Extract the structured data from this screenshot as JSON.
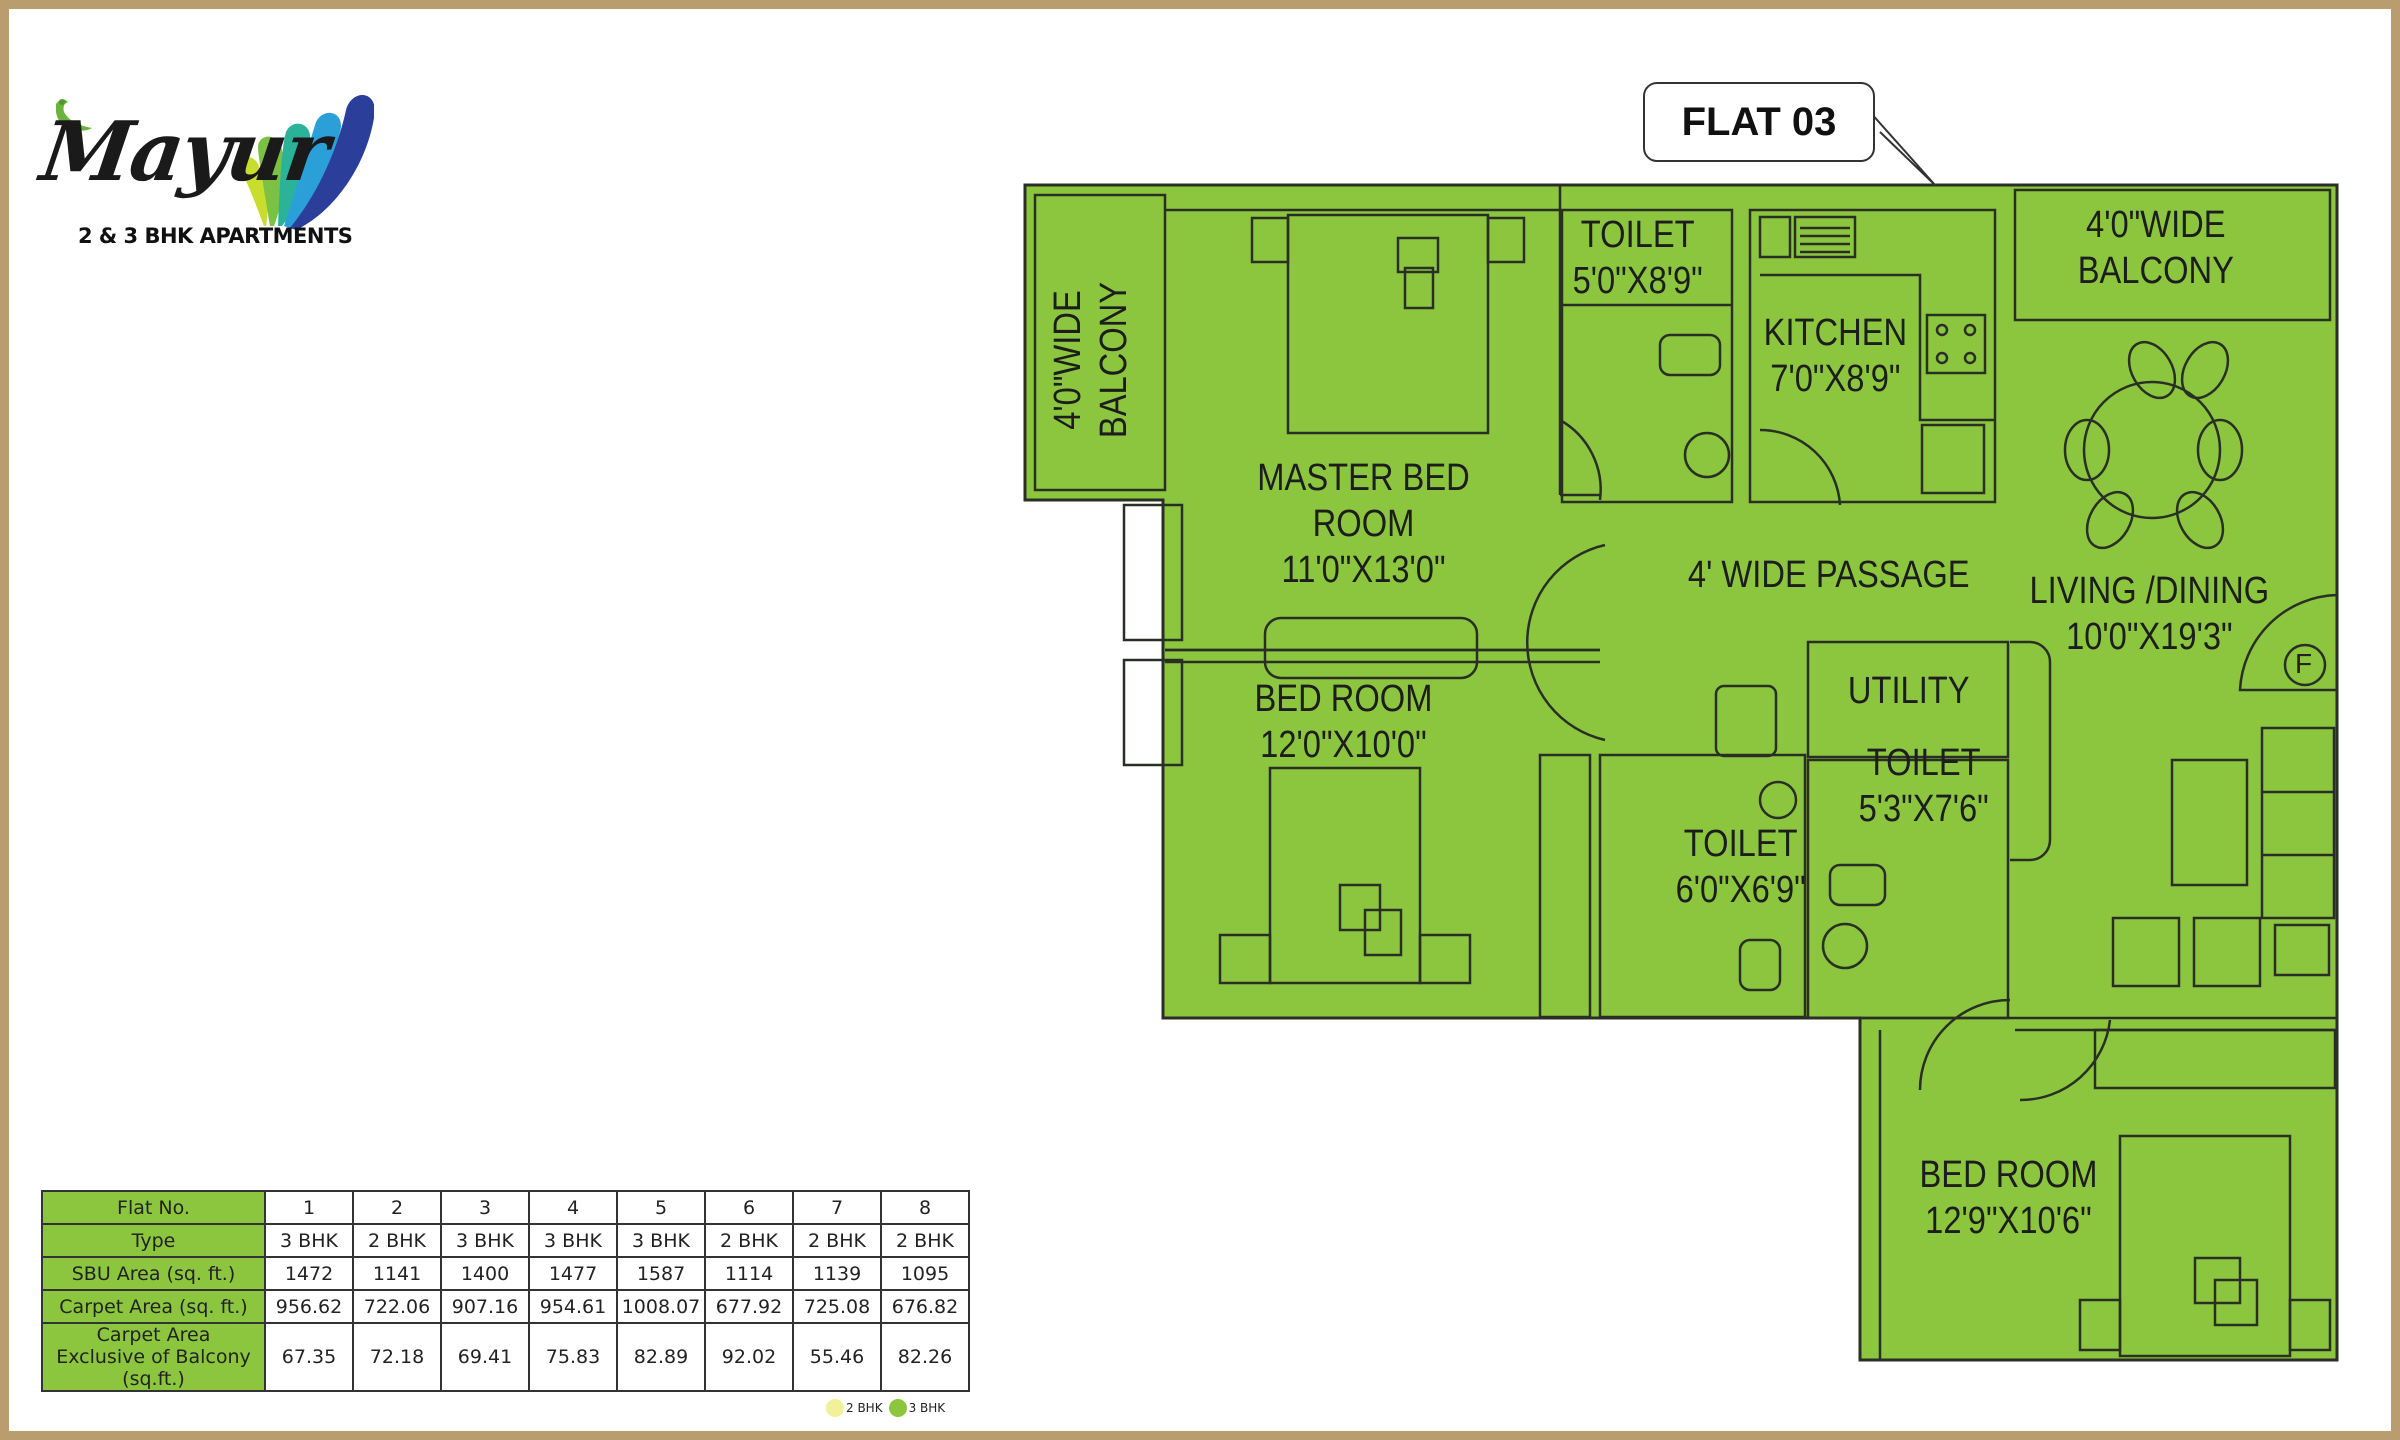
{
  "brand": {
    "name": "Mayur",
    "tagline": "2 & 3 BHK APARTMENTS",
    "feather_colors": [
      "#c7dc2e",
      "#7cc242",
      "#2bb39a",
      "#2a9fd8",
      "#2b3f9a"
    ]
  },
  "plan": {
    "callout": "FLAT 03",
    "fill_color": "#8cc63f",
    "line_color": "#2a2f25",
    "rooms": [
      {
        "id": "balcony-west",
        "name": "4'0\"WIDE",
        "name2": "BALCONY",
        "size": ""
      },
      {
        "id": "master-bedroom",
        "name": "MASTER BED",
        "name2": "ROOM",
        "size": "11'0\"X13'0\""
      },
      {
        "id": "toilet-1",
        "name": "TOILET",
        "name2": "",
        "size": "5'0\"X8'9\""
      },
      {
        "id": "kitchen",
        "name": "KITCHEN",
        "name2": "",
        "size": "7'0\"X8'9\""
      },
      {
        "id": "balcony-north",
        "name": "4'0\"WIDE",
        "name2": "BALCONY",
        "size": ""
      },
      {
        "id": "passage",
        "name": "4' WIDE PASSAGE",
        "name2": "",
        "size": ""
      },
      {
        "id": "living-dining",
        "name": "LIVING /DINING",
        "name2": "",
        "size": "10'0\"X19'3\""
      },
      {
        "id": "bedroom-2",
        "name": "BED ROOM",
        "name2": "",
        "size": "12'0\"X10'0\""
      },
      {
        "id": "utility",
        "name": "UTILITY",
        "name2": "",
        "size": ""
      },
      {
        "id": "toilet-2",
        "name": "TOILET",
        "name2": "",
        "size": "5'3\"X7'6\""
      },
      {
        "id": "toilet-3",
        "name": "TOILET",
        "name2": "",
        "size": "6'0\"X6'9\""
      },
      {
        "id": "bedroom-3",
        "name": "BED ROOM",
        "name2": "",
        "size": "12'9\"X10'6\""
      }
    ],
    "fridge_marker": "F"
  },
  "area_table": {
    "row_labels": [
      "Flat No.",
      "Type",
      "SBU Area (sq. ft.)",
      "Carpet Area (sq. ft.)",
      "Carpet Area Exclusive of Balcony (sq.ft.)"
    ],
    "flat_no": [
      "1",
      "2",
      "3",
      "4",
      "5",
      "6",
      "7",
      "8"
    ],
    "type": [
      "3 BHK",
      "2 BHK",
      "3 BHK",
      "3 BHK",
      "3 BHK",
      "2 BHK",
      "2 BHK",
      "2 BHK"
    ],
    "sbu_area": [
      "1472",
      "1141",
      "1400",
      "1477",
      "1587",
      "1114",
      "1139",
      "1095"
    ],
    "carpet_area": [
      "956.62",
      "722.06",
      "907.16",
      "954.61",
      "1008.07",
      "677.92",
      "725.08",
      "676.82"
    ],
    "carpet_excl_balcony": [
      "67.35",
      "72.18",
      "69.41",
      "75.83",
      "82.89",
      "92.02",
      "55.46",
      "82.26"
    ],
    "label_bg": "#8cc63f"
  },
  "legend": [
    {
      "label": "2 BHK",
      "color": "#f3f09a"
    },
    {
      "label": "3 BHK",
      "color": "#8cc63f"
    }
  ]
}
